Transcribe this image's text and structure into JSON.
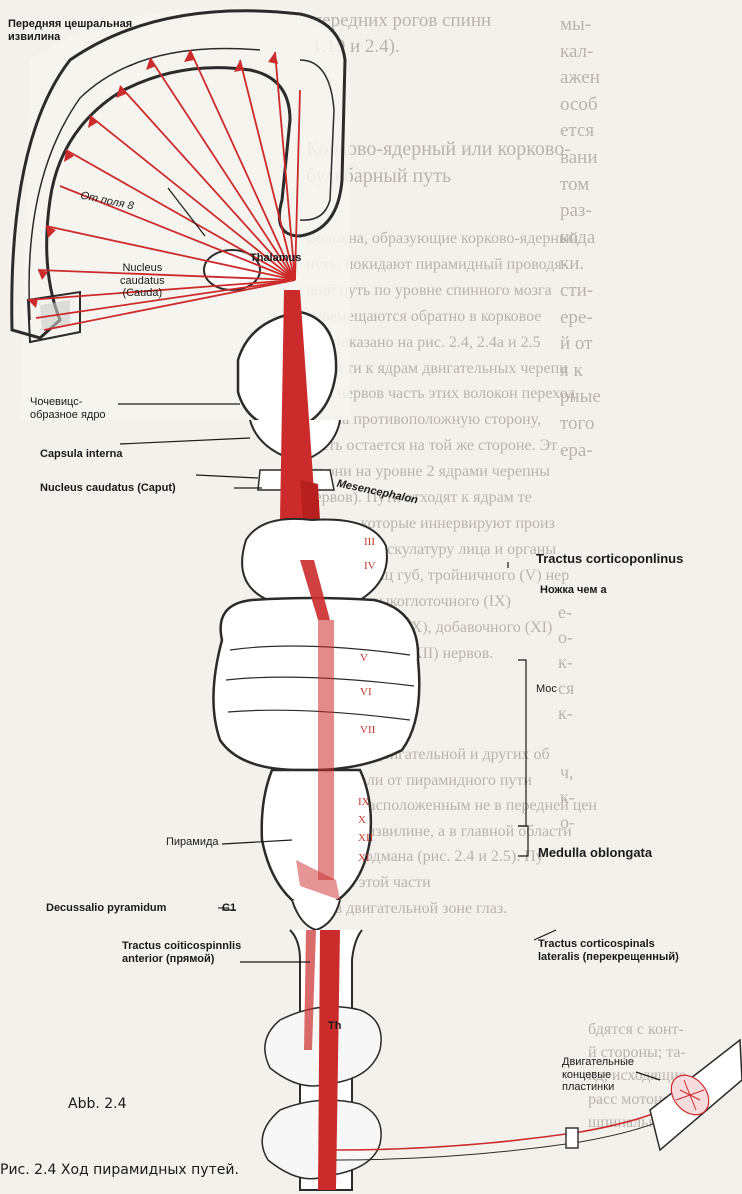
{
  "figure": {
    "abb": "Abb. 2.4",
    "caption": "Рис. 2.4 Ход пирамидных путей."
  },
  "labels": {
    "precentral": "Передняя цешральная\nизвилина",
    "field8": "От поля 8",
    "thalamus": "Thalamus",
    "nucleus_cauda": "Nucleus\ncaudatus\n(Cauda)",
    "lentiform": "Чочевицс-\nобразное ядро",
    "capsula": "Capsula interna",
    "nucleus_caput": "Nucleus caudatus (Caput)",
    "mesencephalon": "Mesencephalon",
    "corticopontinus": "Tractus corticoponlinus",
    "peduncle": "Ножка чем а",
    "pons": "Мос",
    "pyramid": "Пирамида",
    "medulla": "Medulla oblongata",
    "decussatio": "Decussalio pyramidum",
    "c1": "C1",
    "ant_tract": "Tractus coiticospinnlis\nanterior (прямой)",
    "lat_tract": "Tractus corticospinals\nlateralis (перекрещенный)",
    "th": "Th",
    "motor_plates": "Двигательные\nконцевые\nпластинки"
  },
  "nerves": [
    "III",
    "IV",
    "V",
    "VI",
    "VII",
    "IX",
    "X",
    "XII",
    "XI"
  ],
  "background_text": {
    "col_top": "передних рогов спинн\n1.19 и 2.4).",
    "heading": "Корково-ядерный или корково-\nбульбарный путь",
    "body": "Волокна, образующие корково-ядерный\nпуть, покидают пирамидный проводя-\nщий путь по уровне спинного мозга\nперемещаются обратно в корковое\nкак показано на рис. 2.4, 2.4а и 2.5\nПо пути к ядрам двигательных черепн\nных нервов часть этих волокон переход\nдит на противоположную сторону,\nчасть остается на той же стороне. Эт\nли они на уровне 2 ядрами черепны\nнервов). Пути отходят к ядрам те\nнервов, которые иннервируют произ\nвольную мускулатуру лица и органы\nзубов, мышц губ, тройничного (V) нер\nва (VII), языкоглоточного (IX)\nблуждающего (X), добавочного (XI)\nподъязычного (XII) нервов.",
    "body2": "а также от двигательной и других об\nколлатерали от пирамидного пути\nк ядрам, расположенным не в передней цен\nтральной извилине, а в главной области\n8 поля Бродмана (рис. 2.4 и 2.5). Пу\nволокна этой части\nядра в двигательной зоне глаз.",
    "right_col": "мы-\nкал-\nажен\nособ\nется\nвани\nтом\nраз-\nкода\nки.\nсти-\nере-\nй от\nя к\nрные\nтого\nера-",
    "right_col2": "е-\nо-\nк-\nся\nк-",
    "right_col3": "ч,\nк-\nо-",
    "bottom_right": "бдятся с конт-\nй стороны; та-\nкд, исходящие\nрасс мотонейроне\nшпинальн"
  }
}
